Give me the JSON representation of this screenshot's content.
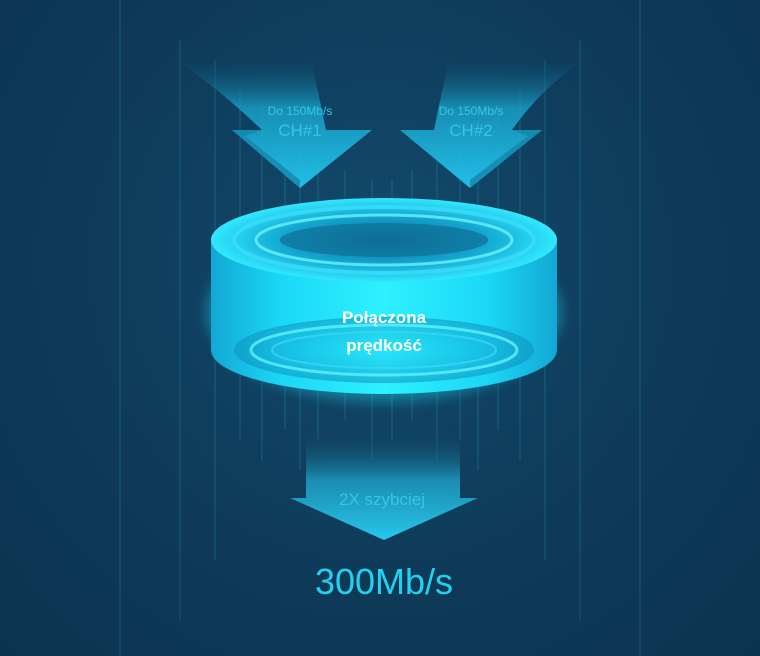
{
  "channels": [
    {
      "speed": "Do 150Mb/s",
      "name": "CH#1"
    },
    {
      "speed": "Do 150Mb/s",
      "name": "CH#2"
    }
  ],
  "center": {
    "line1": "Połączona",
    "line2": "prędkość"
  },
  "faster": "2X szybciej",
  "result": "300Mb/s",
  "colors": {
    "background": "#0e3b59",
    "accent": "#1ec8ee",
    "glow": "#00e5ff",
    "text": "#ffffff"
  }
}
